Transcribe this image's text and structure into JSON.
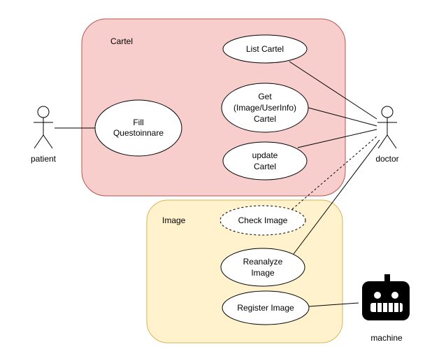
{
  "colors": {
    "cartel_fill": "#f8cecc",
    "cartel_stroke": "#b85450",
    "image_fill": "#fff2cc",
    "image_stroke": "#d6b656",
    "line": "#000000"
  },
  "containers": {
    "cartel": {
      "label": "Cartel"
    },
    "image": {
      "label": "Image"
    }
  },
  "actors": {
    "patient": {
      "label": "patient"
    },
    "doctor": {
      "label": "doctor"
    },
    "machine": {
      "label": "machine",
      "icon": "robot-icon"
    }
  },
  "usecases": {
    "list_cartel": {
      "lines": [
        "List Cartel"
      ]
    },
    "fill_questionnaire": {
      "lines": [
        "Fill",
        "Questoinnare"
      ]
    },
    "get_cartel": {
      "lines": [
        "Get",
        "(Image/UserInfo)",
        "Cartel"
      ]
    },
    "update_cartel": {
      "lines": [
        "update",
        "Cartel"
      ]
    },
    "check_image": {
      "lines": [
        "Check Image"
      ]
    },
    "reanalyze_image": {
      "lines": [
        "Reanalyze",
        "Image"
      ]
    },
    "register_image": {
      "lines": [
        "Register Image"
      ]
    }
  }
}
